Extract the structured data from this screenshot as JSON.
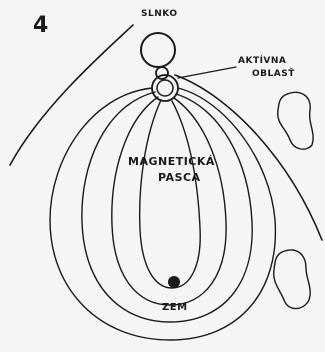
{
  "figure": {
    "number": "4",
    "labels": {
      "sun": "SLNKO",
      "active_region_line1": "AKTÍVNA",
      "active_region_line2": "OBLASŤ",
      "magnetic_trap_line1": "MAGNETICKÁ",
      "magnetic_trap_line2": "PASCA",
      "earth": "ZEM"
    },
    "colors": {
      "ink": "#1a1a1a",
      "paper": "#f5f5f5"
    }
  }
}
